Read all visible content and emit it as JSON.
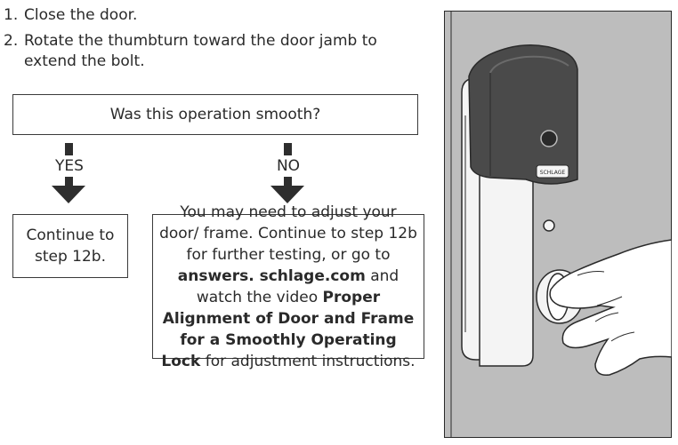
{
  "steps": [
    {
      "number": "1.",
      "text": "Close the door."
    },
    {
      "number": "2.",
      "text": "Rotate the thumbturn toward the door jamb to extend the bolt."
    }
  ],
  "question": "Was this operation smooth?",
  "yes_branch": {
    "label": "YES",
    "result": "Continue to step 12b."
  },
  "no_branch": {
    "label": "NO",
    "text_1": "You may need to adjust your door/ frame. Continue to step 12b for further testing, or go to ",
    "link": "answers. schlage.com",
    "text_2": " and watch the video ",
    "video_title": "Proper Alignment of Door and Frame for a Smoothly Operating Lock",
    "text_3": " for adjustment instructions."
  },
  "illustration": {
    "brand_text": "SCHLAGE",
    "colors": {
      "wall": "#bdbdbd",
      "lock_body": "#4a4a4a",
      "plate": "#f4f4f4",
      "skin": "#ffffff",
      "line": "#2a2a2a"
    }
  }
}
